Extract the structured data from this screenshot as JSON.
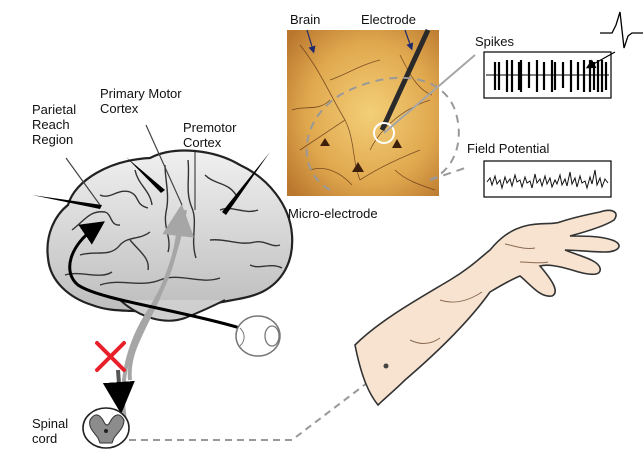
{
  "labels": {
    "parietal": "Parietal\nReach\nRegion",
    "primary_motor": "Primary Motor\nCortex",
    "premotor": "Premotor\nCortex",
    "brain": "Brain",
    "electrode": "Electrode",
    "spikes": "Spikes",
    "field_potential": "Field Potential",
    "micro_electrode": "Micro-electrode",
    "spinal_cord": "Spinal\ncord"
  },
  "colors": {
    "brain_fill": "#d8d8d8",
    "pathway_gray": "#a6a6a6",
    "block_red": "#e8202a",
    "micrograph_bg": "#e8b65a",
    "skin": "#f7e3cf",
    "dashed_line": "#999999",
    "arrow_dark": "#1f2a6e"
  },
  "icons": {
    "eye": "eye-icon",
    "blocked": "red-x-icon",
    "spike_waveform": "action-potential-icon"
  }
}
